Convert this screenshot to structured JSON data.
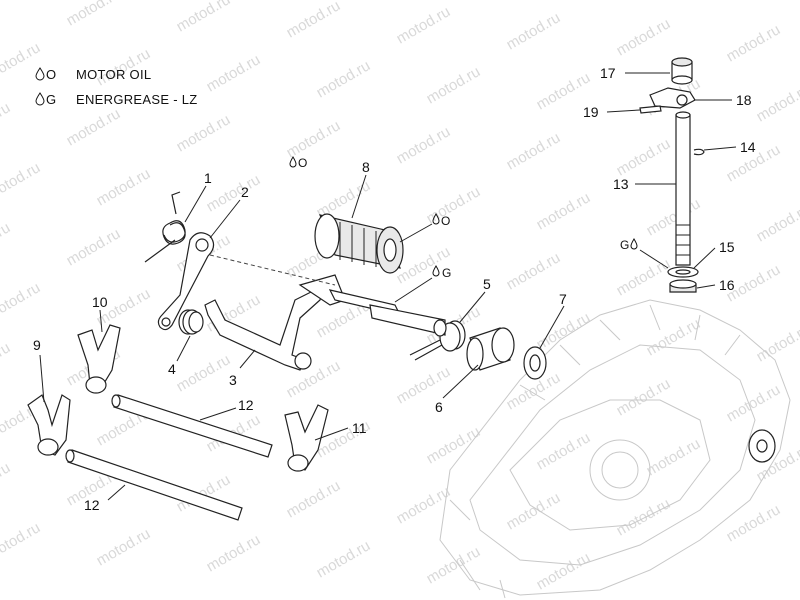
{
  "legend": {
    "items": [
      {
        "symbol": "O",
        "label": "MOTOR OIL"
      },
      {
        "symbol": "G",
        "label": "ENERGREASE - LZ"
      }
    ]
  },
  "watermark": "motod.ru",
  "callouts": {
    "c1": "1",
    "c2": "2",
    "c3": "3",
    "c4": "4",
    "c5": "5",
    "c6": "6",
    "c7": "7",
    "c8": "8",
    "c9": "9",
    "c10": "10",
    "c11": "11",
    "c12a": "12",
    "c12b": "12",
    "c13": "13",
    "c14": "14",
    "c15": "15",
    "c16": "16",
    "c17": "17",
    "c18": "18",
    "c19": "19"
  },
  "lube_marks": {
    "m8": "O",
    "m8b": "O",
    "mshaft": "G",
    "m15": "G"
  }
}
